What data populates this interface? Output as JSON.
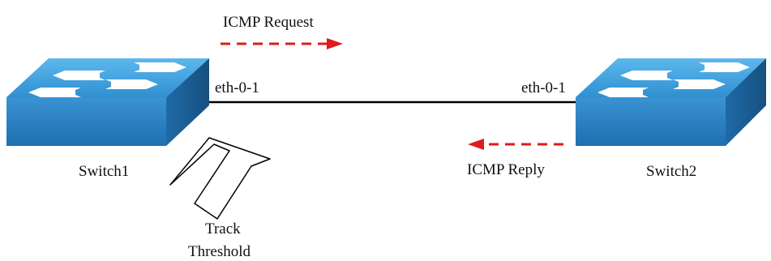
{
  "switches": {
    "left": {
      "name": "Switch1",
      "port": "eth-0-1"
    },
    "right": {
      "name": "Switch2",
      "port": "eth-0-1"
    }
  },
  "flows": {
    "request": {
      "label": "ICMP Request",
      "direction": "right",
      "color": "#e01b1b"
    },
    "reply": {
      "label": "ICMP Reply",
      "direction": "left",
      "color": "#e01b1b"
    }
  },
  "track": {
    "line1": "Track",
    "line2": "Threshold"
  },
  "colors": {
    "switch_top": "#3f9ed8",
    "switch_front": "#2a7fc0",
    "switch_side": "#1f5f95",
    "link": "#000000"
  }
}
